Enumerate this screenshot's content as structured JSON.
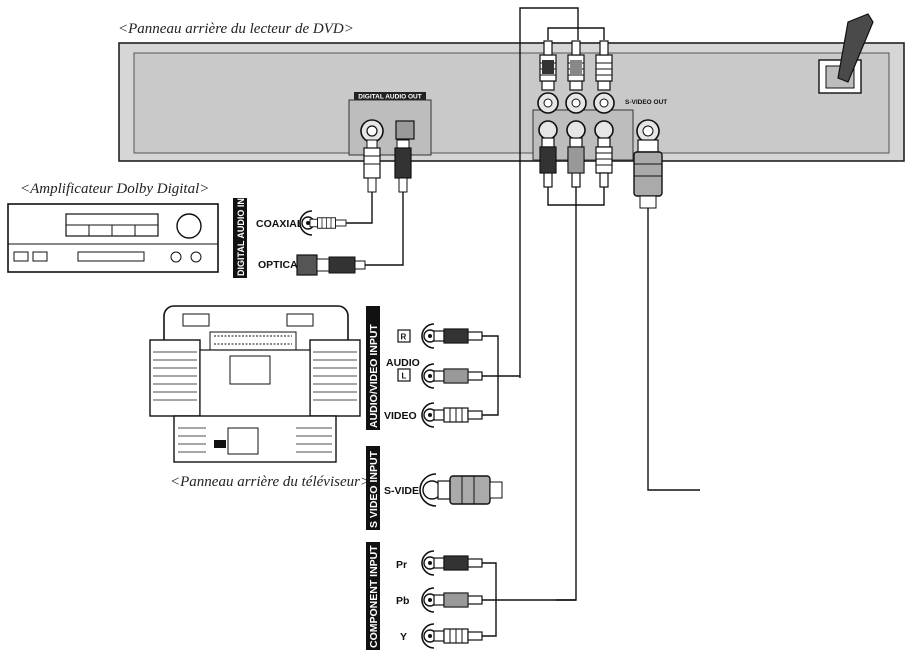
{
  "captions": {
    "dvd_rear": "<Panneau arrière du lecteur de DVD>",
    "amplifier": "<Amplificateur Dolby Digital>",
    "tv_rear": "<Panneau arrière du téléviseur>"
  },
  "dvd_panel": {
    "digital_audio_out": "DIGITAL AUDIO OUT",
    "svideo_out": "S-VIDEO OUT"
  },
  "amp_inputs": {
    "group_label": "DIGITAL AUDIO INPUT",
    "coaxial": "COAXIAL",
    "optical": "OPTICAL"
  },
  "tv_inputs": {
    "av_group": "AUDIO/VIDEO INPUT",
    "audio": "AUDIO",
    "r": "R",
    "l": "L",
    "video": "VIDEO",
    "svideo_group": "S VIDEO INPUT",
    "svideo": "S-VIDEO",
    "component_group": "COMPONENT INPUT",
    "pr": "Pr",
    "pb": "Pb",
    "y": "Y"
  }
}
